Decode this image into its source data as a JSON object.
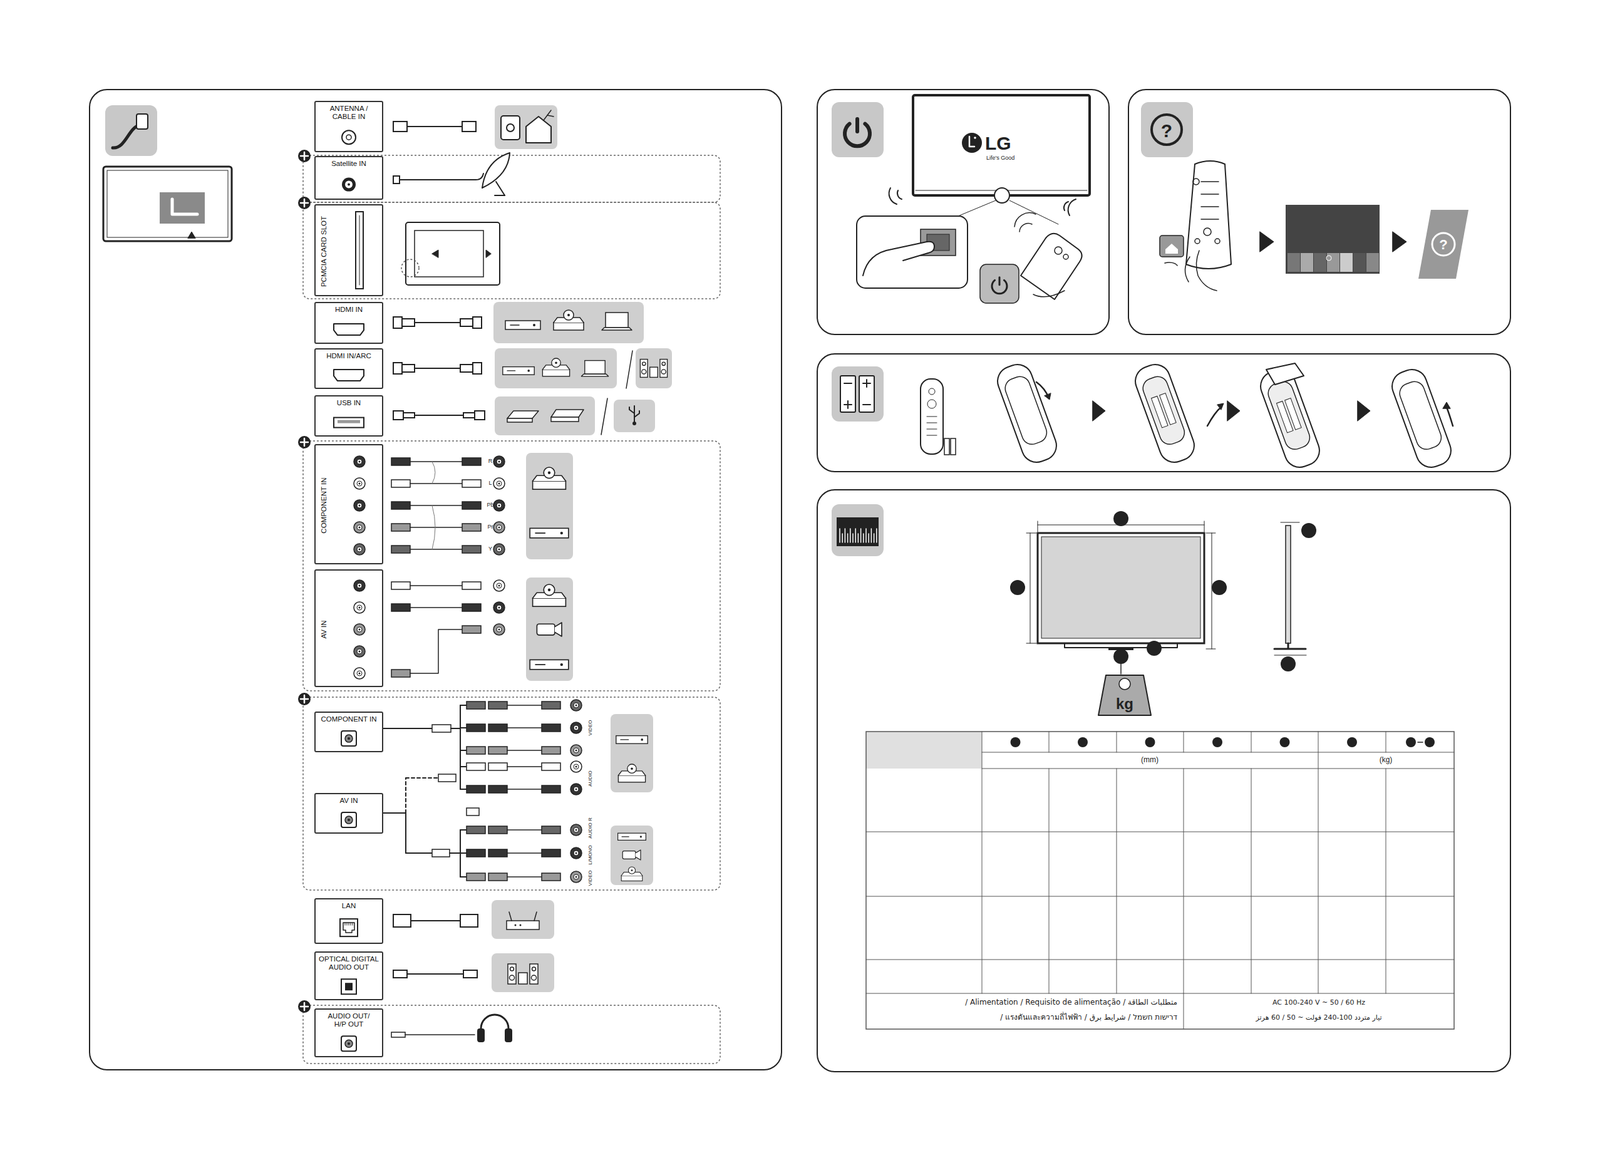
{
  "diagram": {
    "nodes": [
      {
        "text": [
          "ANTENNA / CABLE IN"
        ]
      },
      {
        "text": [
          "Satellite IN"
        ]
      },
      {
        "text": [
          "PCMCIA CARD SLOT"
        ]
      },
      {
        "text": [
          "HDMI IN"
        ]
      },
      {
        "text": [
          "HDMI IN/ARC"
        ]
      },
      {
        "text": [
          "USB IN"
        ]
      },
      {
        "text": [
          "COMPONENT IN"
        ]
      },
      {
        "text": [
          "AV IN"
        ]
      },
      {
        "text": [
          "COMPONENT IN"
        ]
      },
      {
        "text": [
          "AV IN"
        ]
      },
      {
        "text": [
          "LAN"
        ]
      },
      {
        "text": [
          "OPTICAL DIGITAL AUDIO OUT"
        ]
      },
      {
        "text": [
          "AUDIO OUT/ H/P OUT"
        ]
      }
    ],
    "labels": [
      "R",
      "L",
      "Pb",
      "Pr",
      "Y",
      "VIDEO",
      "AUDIO",
      "AUDIO R",
      "L/MONO",
      "VIDEO",
      "LG",
      "Life's Good",
      "?",
      "?",
      "kg",
      "(mm)",
      "(kg)",
      "متطلبات الطاقة / Alimentation / Requisito de alimentação /",
      "דרישות חשמל / شرایط برق / แรงดันและความถี่ไฟฟ้า /",
      "AC 100-240 V ~ 50 / 60 Hz",
      "تيار متردد 100-240 فولت ~ 50 / 60 هرتز"
    ]
  }
}
